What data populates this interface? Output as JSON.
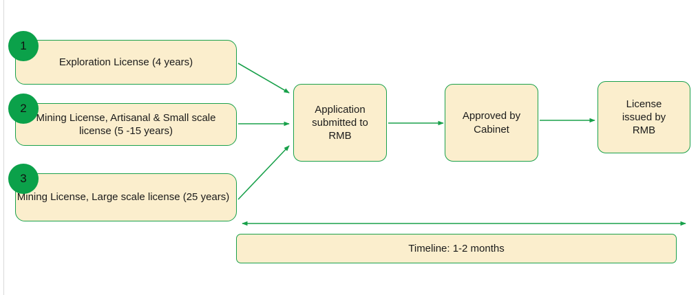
{
  "diagram": {
    "title": "Mining licensing process flow",
    "colors": {
      "node_fill": "#fbeecd",
      "node_border": "#18a04a",
      "badge_fill": "#0ba14a",
      "arrow": "#18a04a",
      "text": "#1a1a1a",
      "background": "#ffffff"
    },
    "license_types": [
      {
        "number": "1",
        "label": "Exploration License (4 years)"
      },
      {
        "number": "2",
        "label": "Mining License, Artisanal & Small scale license (5 -15 years)"
      },
      {
        "number": "3",
        "label": "Mining License, Large scale license (25 years)"
      }
    ],
    "process_steps": [
      {
        "label": "Application submitted to RMB"
      },
      {
        "label": "Approved by Cabinet"
      },
      {
        "label": "License issued by RMB"
      }
    ],
    "timeline": {
      "label": "Timeline: 1-2 months",
      "arrow": "double-headed-arrow"
    }
  }
}
